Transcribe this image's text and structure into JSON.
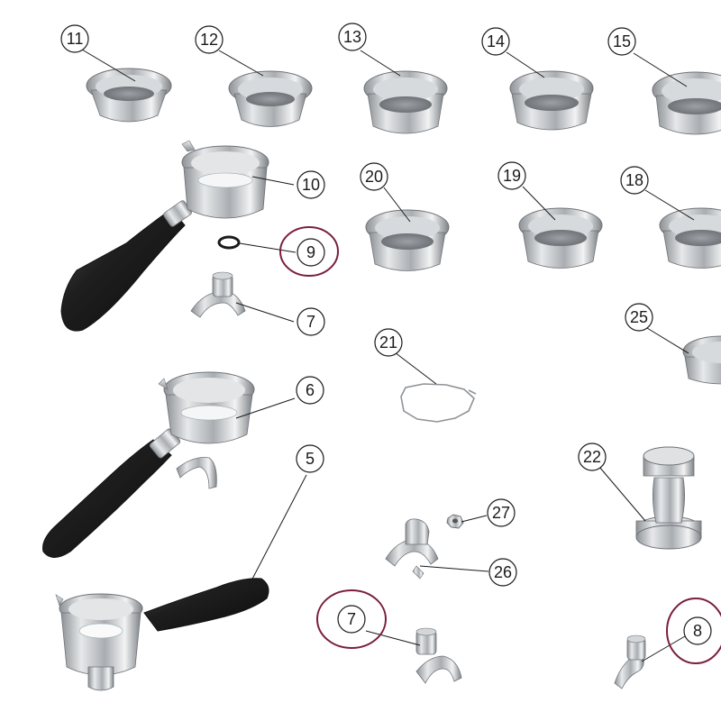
{
  "colors": {
    "highlight": "#7a1f3d",
    "steel": "#b8bcc0",
    "handle": "#1b1b1b"
  },
  "parts": [
    {
      "id": "11",
      "name": "filter-basket"
    },
    {
      "id": "12",
      "name": "filter-basket"
    },
    {
      "id": "13",
      "name": "filter-basket"
    },
    {
      "id": "14",
      "name": "filter-basket"
    },
    {
      "id": "15",
      "name": "filter-basket"
    },
    {
      "id": "10",
      "name": "portafilter-double"
    },
    {
      "id": "9",
      "name": "o-ring",
      "highlighted": true
    },
    {
      "id": "7",
      "name": "spout"
    },
    {
      "id": "20",
      "name": "filter-basket"
    },
    {
      "id": "19",
      "name": "filter-basket"
    },
    {
      "id": "18",
      "name": "filter-basket"
    },
    {
      "id": "25",
      "name": "filter-basket"
    },
    {
      "id": "21",
      "name": "basket-spring"
    },
    {
      "id": "6",
      "name": "portafilter-single"
    },
    {
      "id": "5",
      "name": "portafilter-bottomless"
    },
    {
      "id": "22",
      "name": "tamper"
    },
    {
      "id": "27",
      "name": "nut"
    },
    {
      "id": "26",
      "name": "spout-double"
    },
    {
      "id": "7b",
      "label": "7",
      "name": "spout",
      "highlighted": true
    },
    {
      "id": "8",
      "name": "spout-single",
      "highlighted": true
    }
  ],
  "labels": {
    "p11": "11",
    "p12": "12",
    "p13": "13",
    "p14": "14",
    "p15": "15",
    "p10": "10",
    "p9": "9",
    "p7": "7",
    "p20": "20",
    "p19": "19",
    "p18": "18",
    "p25": "25",
    "p21": "21",
    "p6": "6",
    "p5": "5",
    "p22": "22",
    "p27": "27",
    "p26": "26",
    "p7b": "7",
    "p8": "8"
  }
}
